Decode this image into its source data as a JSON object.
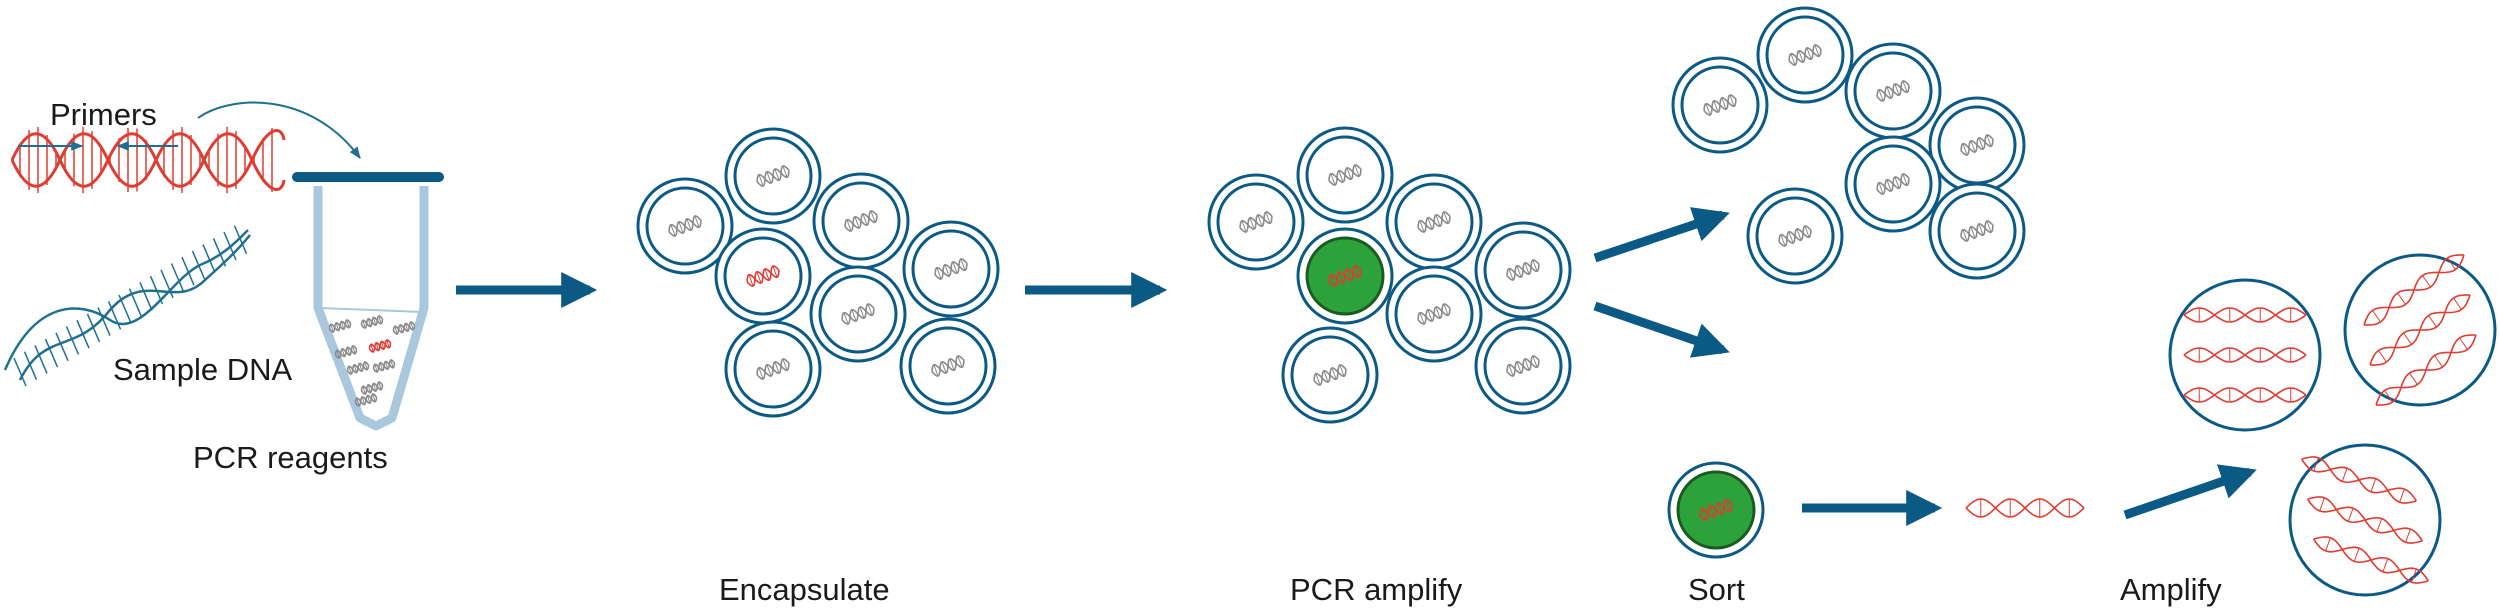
{
  "labels": {
    "primers": "Primers",
    "sample_dna": "Sample DNA",
    "pcr_reagents": "PCR reagents",
    "encapsulate": "Encapsulate",
    "pcr_amplify": "PCR amplify",
    "sort": "Sort",
    "amplify": "Amplify"
  },
  "colors": {
    "blue": "#0b5a85",
    "light_blue": "#a9c8dd",
    "red": "#e03c31",
    "gray": "#8a8a8a",
    "green": "#2ea23a",
    "dark_green": "#1a5b22",
    "text": "#1a1a1a"
  },
  "icons": [
    "dna-helix-icon",
    "droplet-icon",
    "pcr-tube-icon",
    "arrow-icon"
  ]
}
